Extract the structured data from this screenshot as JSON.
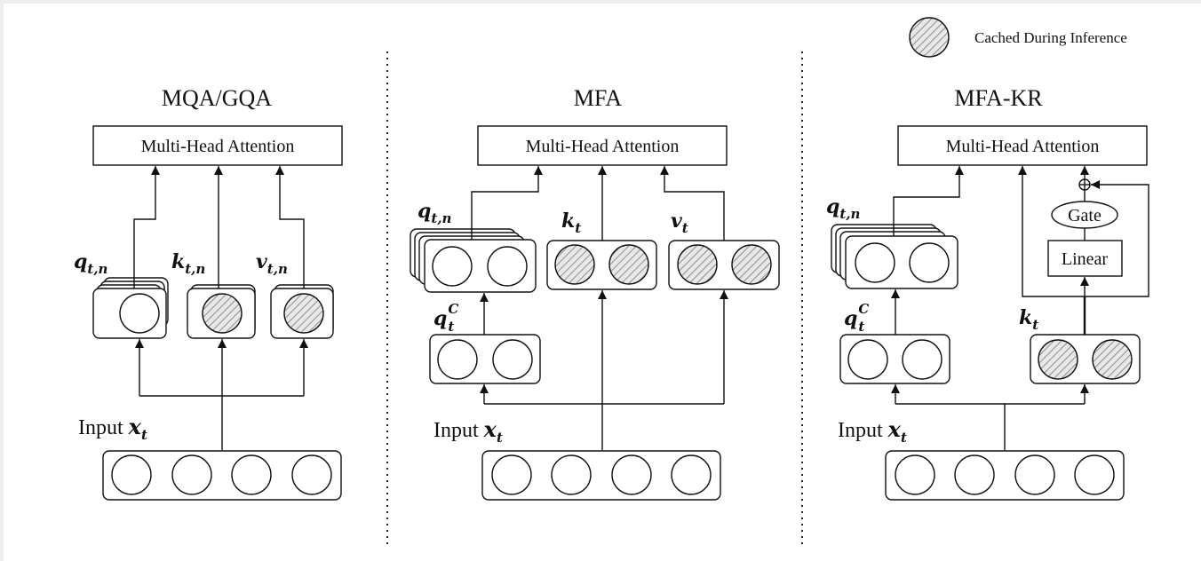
{
  "legend": {
    "label": "Cached During Inference"
  },
  "panels": [
    {
      "title": "MQA/GQA",
      "attention_label": "Multi-Head Attention",
      "input_label": "Input",
      "input_var": "x",
      "input_sub": "t",
      "q_label": {
        "base": "q",
        "sub": "t,n"
      },
      "k_label": {
        "base": "k",
        "sub": "t,n"
      },
      "v_label": {
        "base": "v",
        "sub": "t,n"
      }
    },
    {
      "title": "MFA",
      "attention_label": "Multi-Head Attention",
      "input_label": "Input",
      "input_var": "x",
      "input_sub": "t",
      "q_label": {
        "base": "q",
        "sub": "t,n"
      },
      "qc_label": {
        "base": "q",
        "sub": "t",
        "sup": "C"
      },
      "k_label": {
        "base": "k",
        "sub": "t"
      },
      "v_label": {
        "base": "v",
        "sub": "t"
      }
    },
    {
      "title": "MFA-KR",
      "attention_label": "Multi-Head Attention",
      "input_label": "Input",
      "input_var": "x",
      "input_sub": "t",
      "q_label": {
        "base": "q",
        "sub": "t,n"
      },
      "qc_label": {
        "base": "q",
        "sub": "t",
        "sup": "C"
      },
      "k_label": {
        "base": "k",
        "sub": "t"
      },
      "gate_label": "Gate",
      "linear_label": "Linear",
      "plus_symbol": "⊕"
    }
  ]
}
